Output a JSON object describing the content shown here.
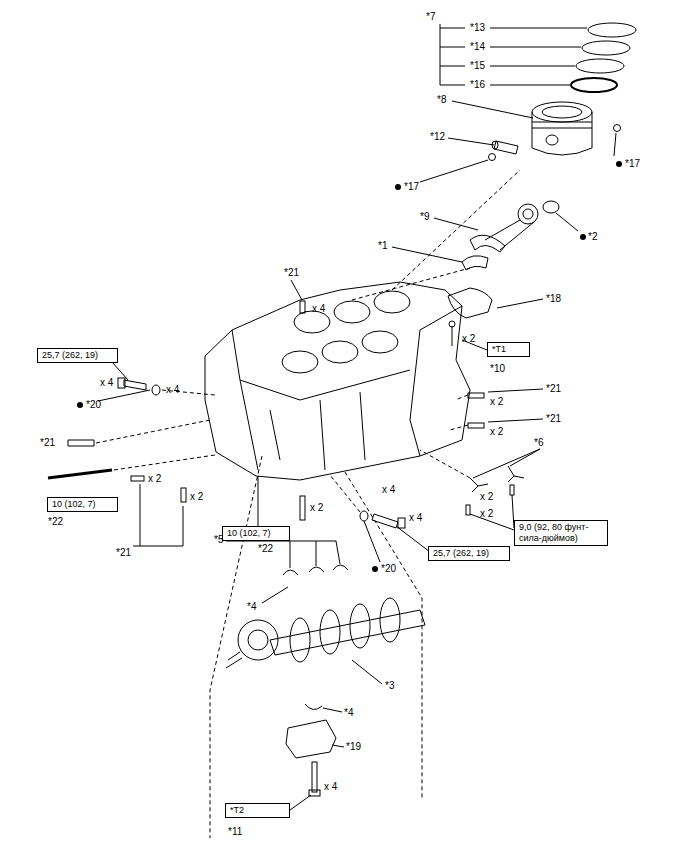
{
  "diagram": {
    "nodes": [
      {
        "text": [
          "*T1"
        ]
      },
      {
        "text": [
          "25,7 (262, 19)"
        ]
      },
      {
        "text": [
          "10 (102, 7)"
        ]
      },
      {
        "text": [
          "9,0 (92, 80 фунт-сила-дюймов)"
        ]
      },
      {
        "text": [
          "10 (102, 7)"
        ]
      },
      {
        "text": [
          "25,7 (262, 19)"
        ]
      },
      {
        "text": [
          "*T2"
        ]
      }
    ],
    "labels": [
      "*7",
      "*13",
      "*14",
      "*15",
      "*16",
      "*8",
      "*12",
      "*17",
      "*17",
      "*9",
      "*2",
      "*1",
      "*21",
      "x 4",
      "*18",
      "x 2",
      "*10",
      "*21",
      "x 2",
      "*21",
      "x 2",
      "*6",
      "x 4",
      "x 4",
      "*20",
      "*21",
      "x 2",
      "*22",
      "x 2",
      "*21",
      "x 2",
      "*22",
      "x 2",
      "x 2",
      "x 4",
      "x 4",
      "*20",
      "*5",
      "*4",
      "*3",
      "*4",
      "*19",
      "x 4",
      "*11"
    ]
  }
}
